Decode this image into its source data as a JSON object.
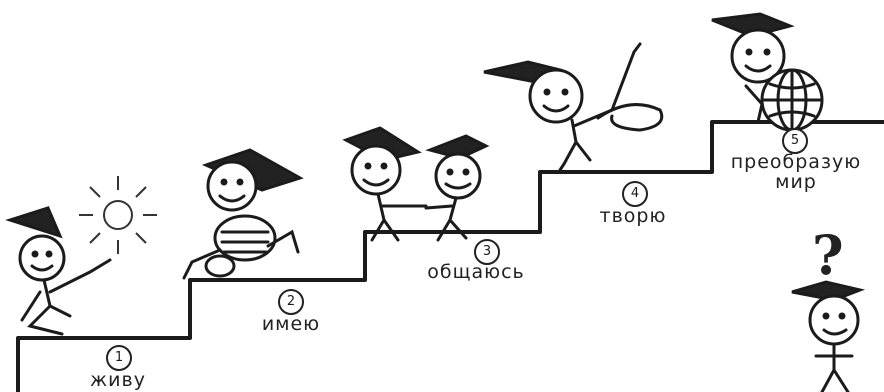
{
  "steps": [
    {
      "number": "1",
      "label": "живу"
    },
    {
      "number": "2",
      "label": "имею"
    },
    {
      "number": "3",
      "label": "общаюсь"
    },
    {
      "number": "4",
      "label": "творю"
    },
    {
      "number": "5",
      "label_line1": "преобразую",
      "label_line2": "мир"
    }
  ],
  "question_mark": "?"
}
